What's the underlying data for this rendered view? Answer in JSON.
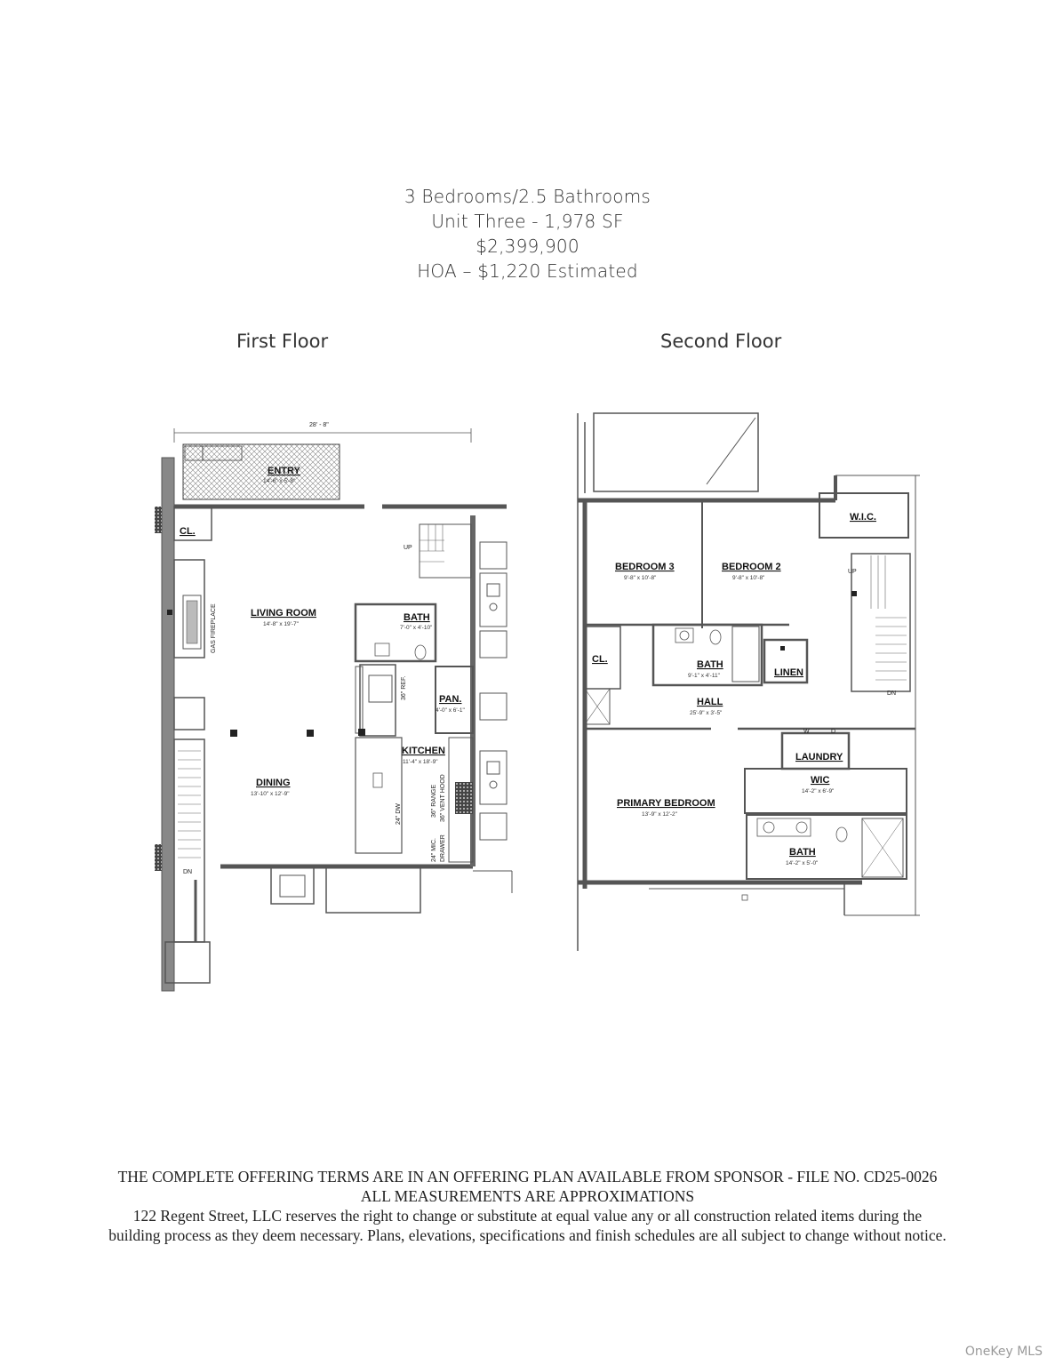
{
  "header": {
    "line1": "3 Bedrooms/2.5 Bathrooms",
    "line2": "Unit Three - 1,978 SF",
    "line3": "$2,399,900",
    "line4": "HOA – $1,220 Estimated"
  },
  "first_floor": {
    "title": "First Floor",
    "overall_width": "28' - 8\"",
    "entry": {
      "name": "ENTRY",
      "dim": "14'-6\" x 5'-8\""
    },
    "closet": "CL.",
    "living_room": {
      "name": "LIVING ROOM",
      "dim": "14'-8\" x 19'-7\""
    },
    "gas_fireplace": "GAS FIREPLACE",
    "bath": {
      "name": "BATH",
      "dim": "7'-0\" x 4'-10\""
    },
    "up": "UP",
    "ref": "36\" REF.",
    "pantry": {
      "name": "PAN.",
      "dim": "4'-0\" x 6'-1\""
    },
    "kitchen": {
      "name": "KITCHEN",
      "dim": "11'-4\" x 18'-9\""
    },
    "dining": {
      "name": "DINING",
      "dim": "13'-10\" x 12'-9\""
    },
    "dw": "24\" DW",
    "range": "36\" RANGE",
    "vent_hood": "36\" VENT HOOD",
    "mic": "24\" MIC.",
    "drawer": "DRAWER",
    "dn": "DN"
  },
  "second_floor": {
    "title": "Second Floor",
    "wic_top": "W.I.C.",
    "bedroom3": {
      "name": "BEDROOM 3",
      "dim": "9'-8\" x 10'-8\""
    },
    "bedroom2": {
      "name": "BEDROOM 2",
      "dim": "9'-8\" x 10'-8\""
    },
    "up": "UP",
    "closet": "CL.",
    "bath": {
      "name": "BATH",
      "dim": "9'-1\" x 4'-11\""
    },
    "linen": "LINEN",
    "hall": {
      "name": "HALL",
      "dim": "25'-9\" x 3'-5\""
    },
    "dn": "DN",
    "washer": "W",
    "dryer": "D",
    "laundry": "LAUNDRY",
    "wic": {
      "name": "WIC",
      "dim": "14'-2\" x 6'-9\""
    },
    "primary_bedroom": {
      "name": "PRIMARY BEDROOM",
      "dim": "13'-9\" x 12'-2\""
    },
    "primary_bath": {
      "name": "BATH",
      "dim": "14'-2\" x 5'-0\""
    }
  },
  "footer": {
    "line1": "THE COMPLETE OFFERING TERMS ARE IN AN OFFERING PLAN AVAILABLE FROM SPONSOR - FILE NO. CD25-0026",
    "line2": "ALL MEASUREMENTS ARE APPROXIMATIONS",
    "line3": "122 Regent Street, LLC reserves the right to change or substitute at equal value any or all construction related items during the",
    "line4": "building process as they deem necessary. Plans, elevations, specifications and finish schedules are all subject to change without notice."
  },
  "watermark": "OneKey MLS"
}
